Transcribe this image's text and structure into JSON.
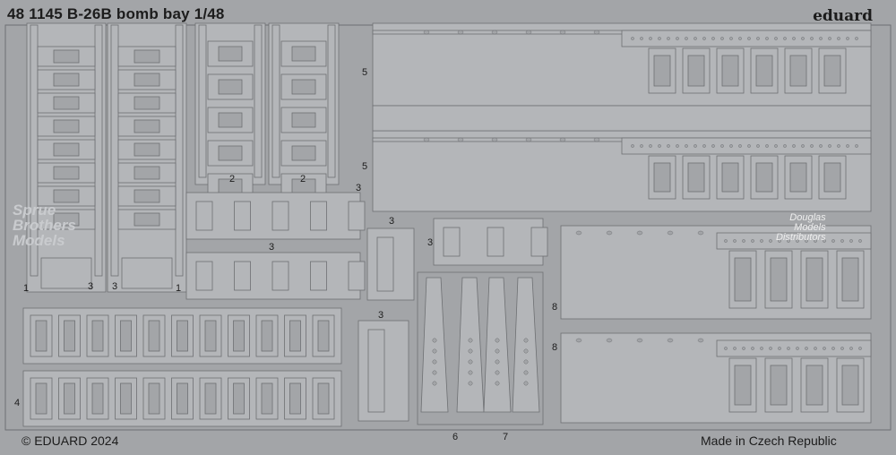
{
  "sheet": {
    "title": "48 1145 B-26B bomb bay 1/48",
    "brand": "eduard",
    "copyright": "© EDUARD 2024",
    "origin": "Made in Czech Republic"
  },
  "part_numbers": {
    "p1": "1",
    "p3": "3",
    "p2": "2",
    "p4": "4",
    "p5": "5",
    "p6": "6",
    "p7": "7",
    "p8": "8"
  },
  "watermarks": {
    "sbm": [
      "Sprue",
      "Brothers",
      "Models"
    ],
    "dmd": [
      "Douglas",
      "Models",
      "Distributors"
    ]
  },
  "colors": {
    "metal": "#b4b6b9",
    "fret": "#a3a5a8",
    "edge": "#6e7073"
  }
}
